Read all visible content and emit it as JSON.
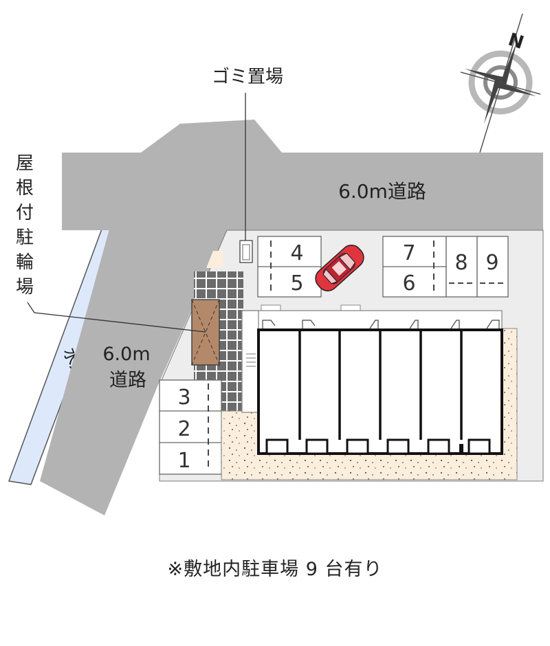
{
  "map": {
    "road_north_label": "6.0m道路",
    "road_west_label_line1": "6.0m",
    "road_west_label_line2": "道路",
    "waterway_label": "水路",
    "garbage_label": "ゴミ置場",
    "bike_shelter_label": [
      "屋",
      "根",
      "付",
      "駐",
      "輪",
      "場"
    ],
    "parking_spaces": [
      "1",
      "2",
      "3",
      "4",
      "5",
      "6",
      "7",
      "8",
      "9"
    ],
    "compass_letter": "N"
  },
  "footnote": "※敷地内駐車場 9 台有り",
  "colors": {
    "road": "#b3b3b3",
    "waterway": "#dde9fb",
    "lot": "#ededed",
    "garden": "#fbeedd",
    "bike_shelter": "#b3896a",
    "car": "#e0353f"
  }
}
